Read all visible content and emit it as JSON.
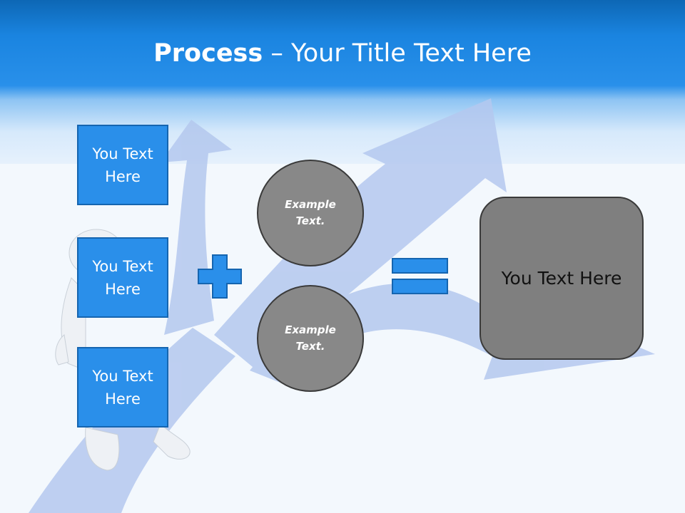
{
  "slide": {
    "title_bold": "Process",
    "title_rest": " – Your Title Text Here"
  },
  "left_boxes": [
    {
      "text": "You Text\nHere"
    },
    {
      "text": "You Text\nHere"
    },
    {
      "text": "You Text\nHere"
    }
  ],
  "circles": [
    {
      "text": "Example\nText."
    },
    {
      "text": "Example\nText."
    }
  ],
  "result": {
    "text": "You Text Here"
  },
  "icons": {
    "plus": "plus-icon",
    "equals": "equals-icon"
  },
  "colors": {
    "header_blue": "#1a84e0",
    "box_blue": "#2a8fea",
    "circle_gray": "#888888",
    "result_gray": "#7f7f7f",
    "arrow_blue": "#b4c8ee"
  }
}
